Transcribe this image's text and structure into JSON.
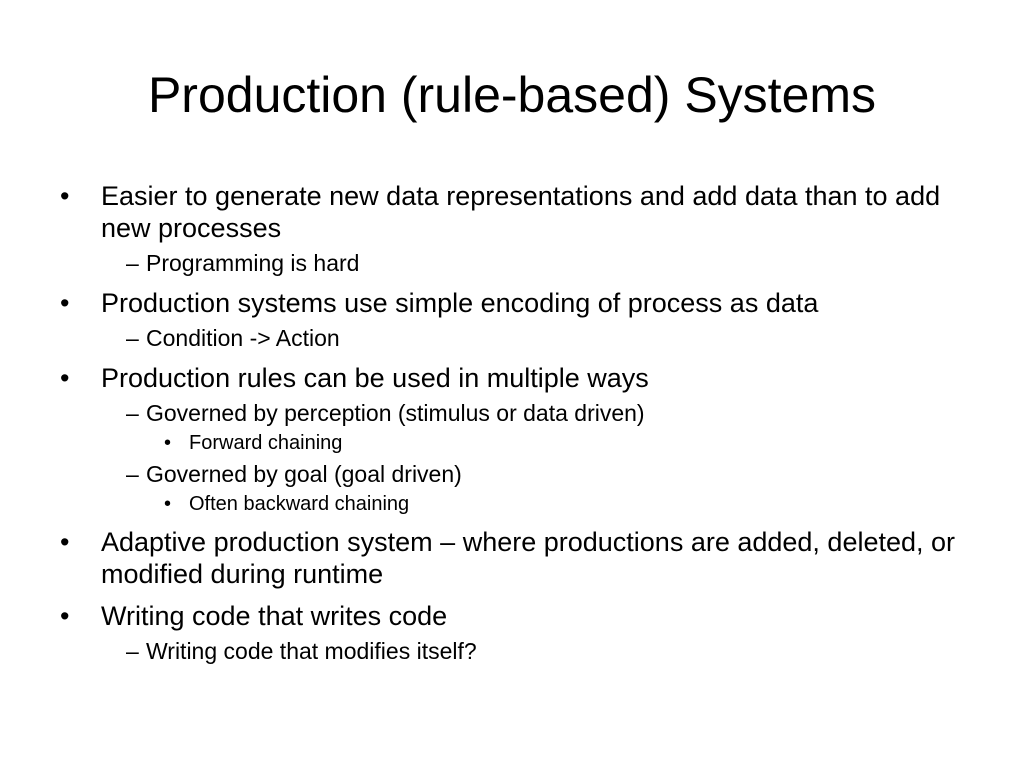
{
  "slide": {
    "title": "Production (rule-based) Systems",
    "bullets": [
      {
        "text": "Easier to generate new data representations and add data than to add new processes"
      },
      {
        "text": "Programming is hard"
      },
      {
        "text": "Production systems use simple encoding of process as data"
      },
      {
        "text": "Condition -> Action"
      },
      {
        "text": "Production rules can be used in multiple ways"
      },
      {
        "text": "Governed by perception (stimulus or data driven)"
      },
      {
        "text": "Forward chaining"
      },
      {
        "text": "Governed by goal (goal driven)"
      },
      {
        "text": "Often backward chaining"
      },
      {
        "text": "Adaptive production system – where productions are added, deleted, or modified during runtime"
      },
      {
        "text": "Writing code that writes code"
      },
      {
        "text": "Writing code that modifies itself?"
      }
    ],
    "markers": {
      "level1": "•",
      "level2": "–",
      "level3": "•"
    }
  }
}
